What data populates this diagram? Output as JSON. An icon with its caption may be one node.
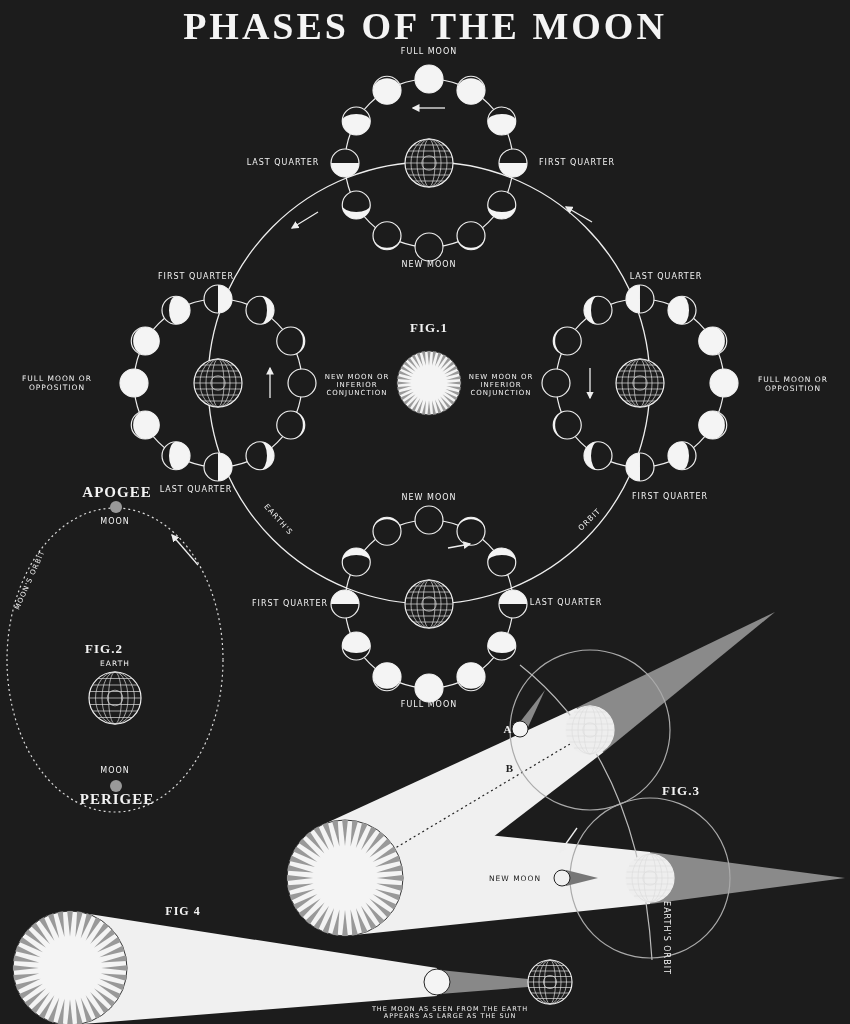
{
  "diagram": {
    "title": "PHASES OF THE MOON",
    "labels": [
      "FULL MOON",
      "LAST QUARTER",
      "FIRST QUARTER",
      "NEW MOON",
      "FIRST QUARTER",
      "LAST QUARTER",
      "FIG.1",
      "FULL MOON OR OPPOSITION",
      "NEW MOON OR INFERIOR CONJUNCTION",
      "NEW MOON OR INFERIOR CONJUNCTION",
      "FULL MOON OR OPPOSITION",
      "APOGEE",
      "LAST QUARTER",
      "FIRST QUARTER",
      "MOON",
      "EARTH'S",
      "NEW MOON",
      "ORBIT",
      "MOON'S ORBIT",
      "FIRST QUARTER",
      "LAST QUARTER",
      "FIG.2",
      "EARTH",
      "FULL MOON",
      "A",
      "MOON",
      "B",
      "PERIGEE",
      "FIG.3",
      "NEW MOON",
      "EARTH'S ORBIT",
      "FIG 4",
      "THE MOON AS SEEN FROM THE EARTH APPEARS AS LARGE AS THE SUN"
    ]
  }
}
